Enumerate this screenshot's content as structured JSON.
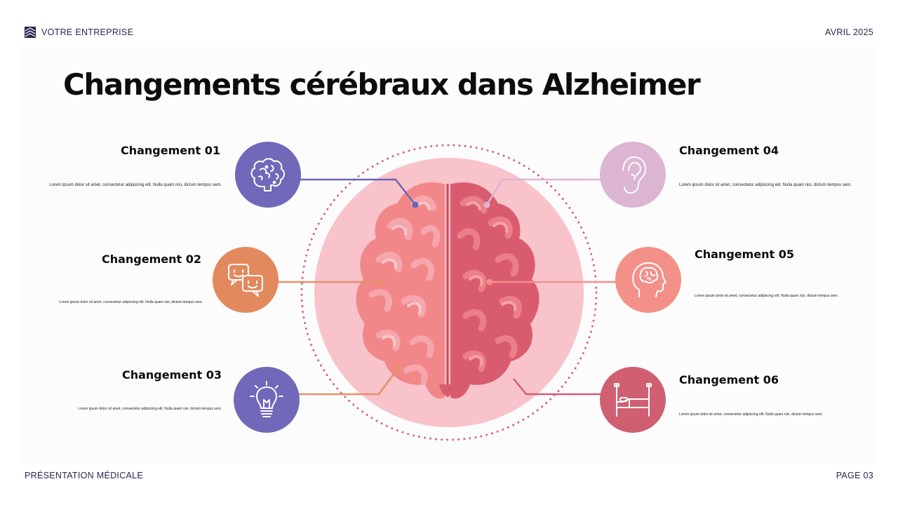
{
  "header": {
    "company": "VOTRE ENTREPRISE",
    "date": "AVRIL 2025"
  },
  "title": "Changements cérébraux dans Alzheimer",
  "footer": {
    "label": "PRÉSENTATION MÉDICALE",
    "page": "PAGE 03"
  },
  "items": [
    {
      "heading": "Changement 01",
      "text": "Lorem ipsum dolor sit amet, consectetur adipiscing elit. Nulla quam nisi, dictum tempus sem.",
      "icon": "brain-icon",
      "color": "#7068b8"
    },
    {
      "heading": "Changement 02",
      "text": "Lorem ipsum dolor sit amet, consectetur adipiscing elit. Nulla quam nisi, dictum tempus sem.",
      "icon": "chat-bubbles-icon",
      "color": "#e3895e"
    },
    {
      "heading": "Changement 03",
      "text": "Lorem ipsum dolor sit amet, consectetur adipiscing elit. Nulla quam nisi, dictum tempus sem.",
      "icon": "lightbulb-icon",
      "color": "#7068b8"
    },
    {
      "heading": "Changement 04",
      "text": "Lorem ipsum dolor sit amet, consectetur adipiscing elit. Nulla quam nisi, dictum tempus sem.",
      "icon": "ear-icon",
      "color": "#dbb5d2"
    },
    {
      "heading": "Changement 05",
      "text": "Lorem ipsum dolor sit amet, consectetur adipiscing elit. Nulla quam nisi, dictum tempus sem.",
      "icon": "head-brain-icon",
      "color": "#f39088"
    },
    {
      "heading": "Changement 06",
      "text": "Lorem ipsum dolor sit amet, consectetur adipiscing elit. Nulla quam nisi, dictum tempus sem.",
      "icon": "bed-icon",
      "color": "#d05f72"
    }
  ],
  "colors": {
    "brain_base": "#f2878a",
    "brain_dark": "#d95c6e",
    "brain_highlight": "#fbb7c0",
    "halo": "#f8c3ca",
    "dotted_ring": "#d86679"
  }
}
